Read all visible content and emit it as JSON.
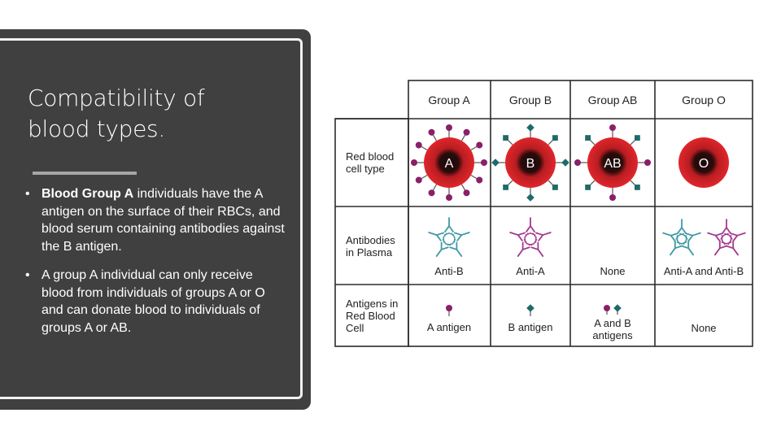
{
  "slide": {
    "title_line1": "Compatibility of",
    "title_line2": "blood types.",
    "bullets": [
      {
        "bold": "Blood Group A",
        "rest": " individuals have the A antigen on the surface of their RBCs, and blood serum containing antibodies against the B antigen."
      },
      {
        "bold": "",
        "rest": "A group A individual can only receive blood from individuals of groups A or O and can donate blood to individuals of groups A or AB."
      }
    ]
  },
  "table": {
    "columns": [
      "Group A",
      "Group B",
      "Group AB",
      "Group O"
    ],
    "rows": {
      "red_blood_cell": {
        "label_line1": "Red blood",
        "label_line2": "cell type",
        "cells": [
          "A",
          "B",
          "AB",
          "O"
        ]
      },
      "antibodies": {
        "label_line1": "Antibodies",
        "label_line2": "in Plasma",
        "cells": [
          "Anti-B",
          "Anti-A",
          "None",
          "Anti-A and Anti-B"
        ]
      },
      "antigens": {
        "label_line1": "Antigens in",
        "label_line2": "Red Blood",
        "label_line3": "Cell",
        "cells": [
          "A antigen",
          "B antigen",
          "A and B",
          "None"
        ],
        "ab_line2": "antigens"
      }
    }
  },
  "colors": {
    "panel": "#404040",
    "cell_red": "#e0262b",
    "antigen_a": "#8a1f6a",
    "antigen_b": "#1d6b68",
    "antibody_a": "#a23a8e",
    "antibody_b": "#3e9aa3"
  },
  "icons": {
    "rbc": "red-blood-cell-icon",
    "antigen_a": "antigen-a-icon",
    "antigen_b": "antigen-b-icon",
    "antibody": "antibody-icon"
  }
}
